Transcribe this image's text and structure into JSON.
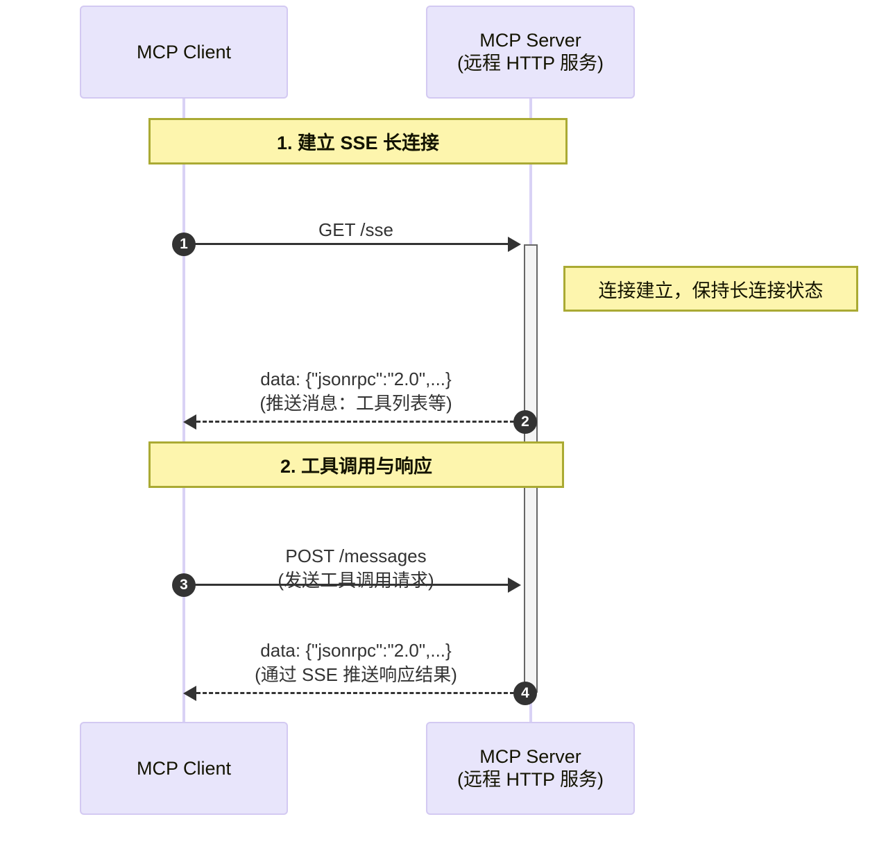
{
  "diagram": {
    "type": "sequence-diagram",
    "title": "MCP SSE 远程连接时序图",
    "colors": {
      "participant_fill": "#e8e5fb",
      "participant_border": "#d3c9f2",
      "lifeline": "#d9d2f5",
      "band_fill": "#fdf5ad",
      "band_border": "#aaaa33",
      "note_fill": "#fdf5ad",
      "note_border": "#aaaa33",
      "activation_fill": "#f4f4f4",
      "activation_border": "#666666",
      "arrow": "#333333",
      "seq_badge": "#333333"
    }
  },
  "participants": [
    {
      "id": "client",
      "label": "MCP Client"
    },
    {
      "id": "server",
      "label": "MCP Server\n(远程 HTTP 服务)"
    }
  ],
  "participants_bottom": [
    {
      "id": "client",
      "label": "MCP Client"
    },
    {
      "id": "server",
      "label": "MCP Server\n(远程 HTTP 服务)"
    }
  ],
  "sections": [
    {
      "index": "1",
      "label": "1. 建立 SSE 长连接"
    },
    {
      "index": "2",
      "label": "2. 工具调用与响应"
    }
  ],
  "messages": [
    {
      "seq": "1",
      "from": "client",
      "to": "server",
      "style": "solid",
      "label": "GET /sse"
    },
    {
      "seq": "2",
      "from": "server",
      "to": "client",
      "style": "dashed",
      "label": "data: {\"jsonrpc\":\"2.0\",...}\n(推送消息：工具列表等)"
    },
    {
      "seq": "3",
      "from": "client",
      "to": "server",
      "style": "solid",
      "label": "POST /messages\n(发送工具调用请求)"
    },
    {
      "seq": "4",
      "from": "server",
      "to": "client",
      "style": "dashed",
      "label": "data: {\"jsonrpc\":\"2.0\",...}\n(通过 SSE 推送响应结果)"
    }
  ],
  "notes": [
    {
      "target": "server",
      "position": "right",
      "text": "连接建立，保持长连接状态"
    }
  ]
}
